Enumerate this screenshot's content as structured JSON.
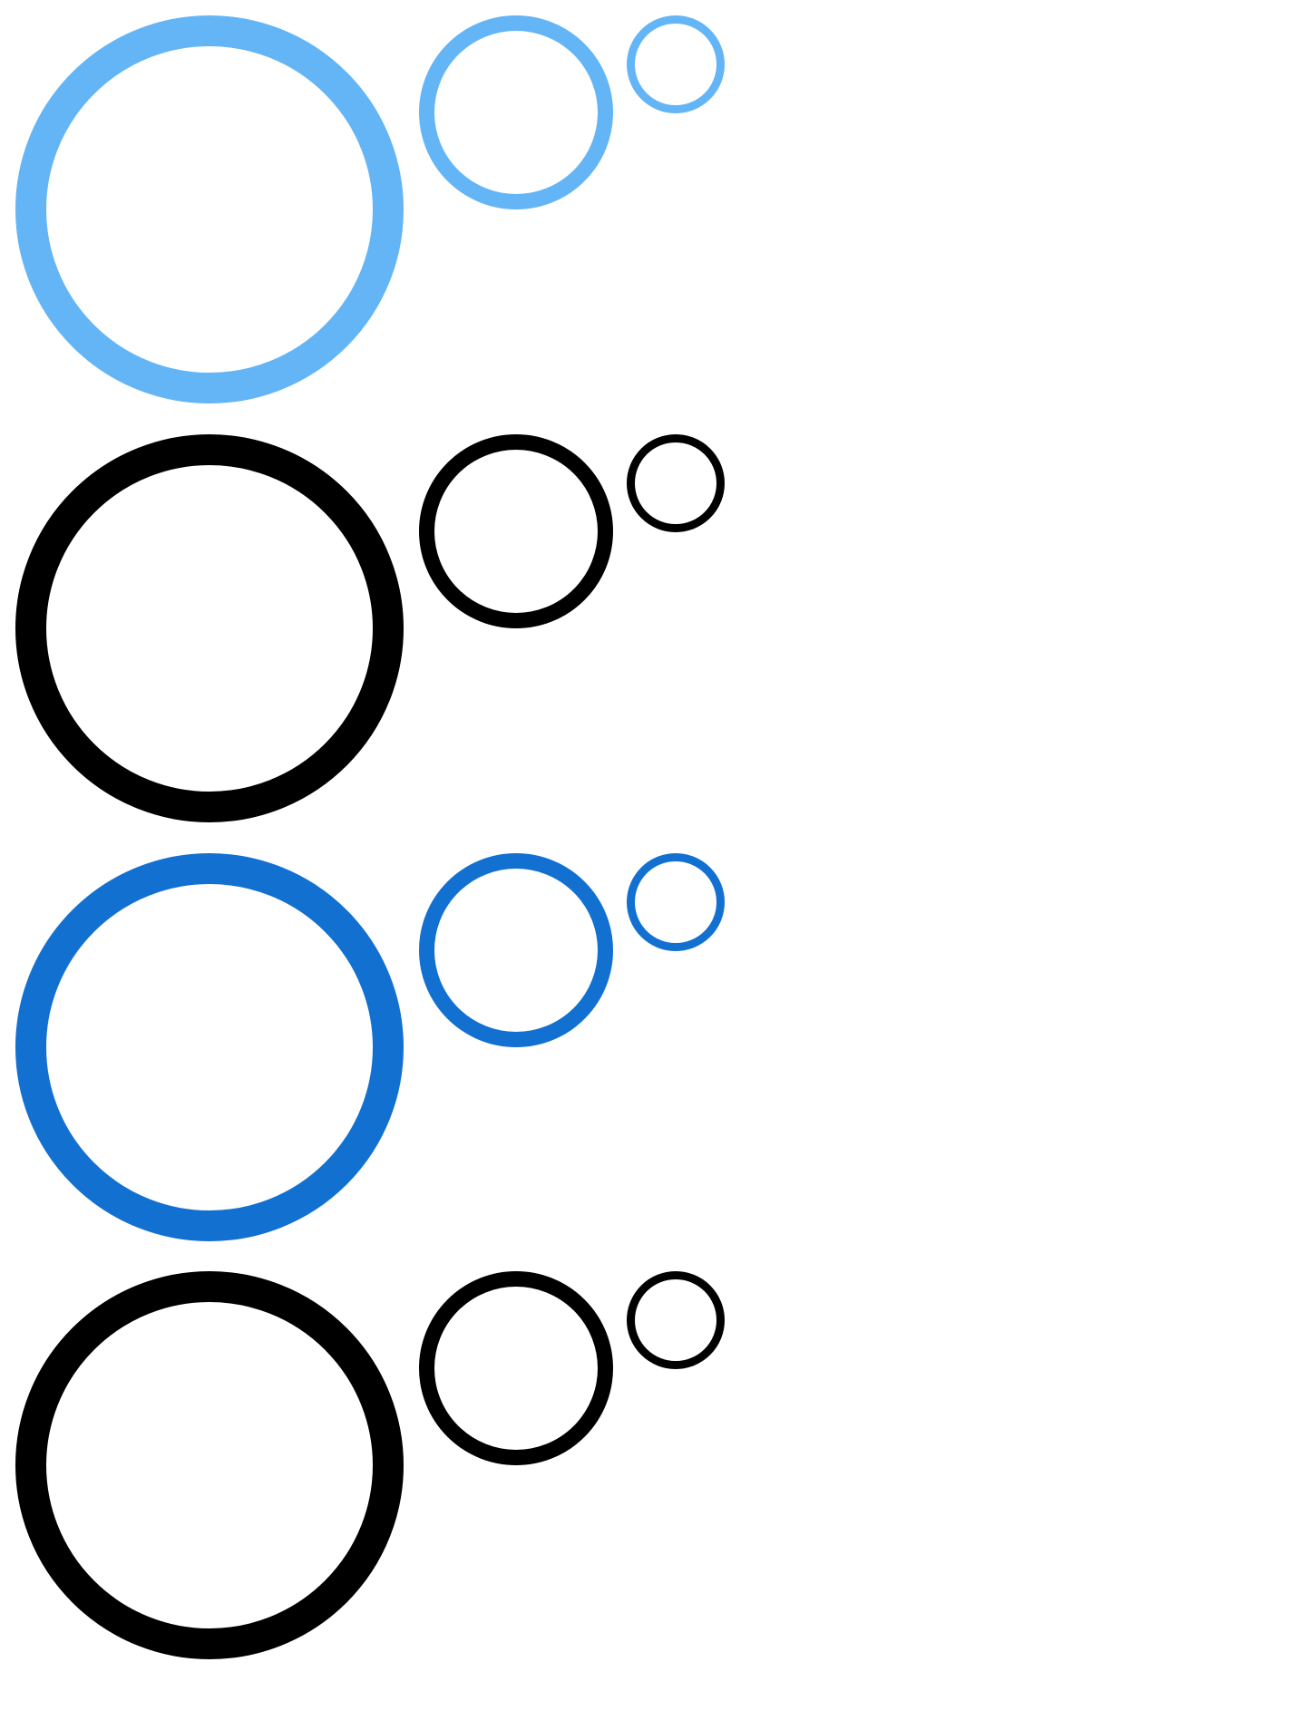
{
  "rows": [
    {
      "name": "row-1",
      "color": "#64b5f6"
    },
    {
      "name": "row-2",
      "color": "#000000"
    },
    {
      "name": "row-3",
      "color": "#1270d1"
    },
    {
      "name": "row-4",
      "color": "#000000"
    }
  ]
}
